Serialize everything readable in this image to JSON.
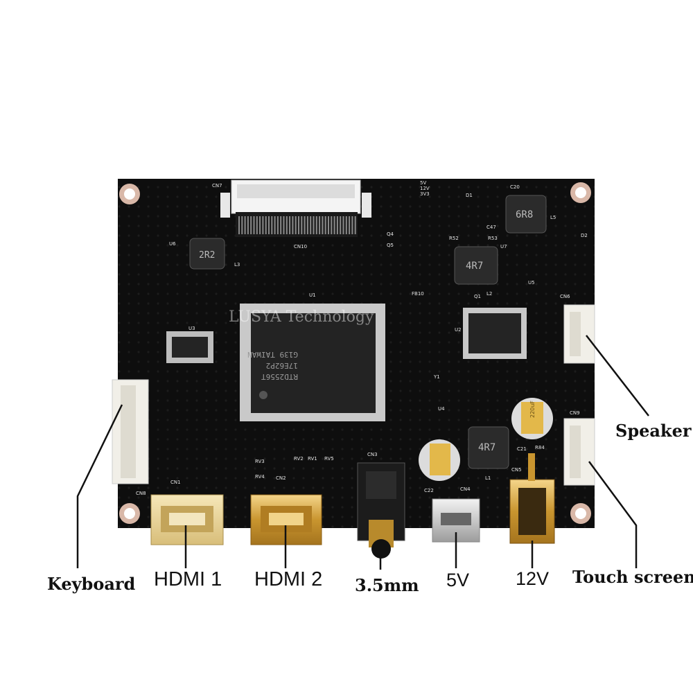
{
  "labels": {
    "keyboard": "Keyboard",
    "hdmi1": "HDMI 1",
    "hdmi2": "HDMI 2",
    "audio": "3.5mm",
    "power5v": "5V",
    "power12v": "12V",
    "speaker": "Speaker",
    "touch": "Touch screen"
  },
  "watermark": "LUSYA Technology",
  "silkscreen": {
    "cn7": "CN7",
    "cn10": "CN10",
    "cn6": "CN6",
    "cn9": "CN9",
    "cn8": "CN8",
    "cn1": "CN1",
    "cn2": "CN2",
    "cn3": "CN3",
    "cn4": "CN4",
    "cn5": "CN5",
    "u1": "U1",
    "u2": "U2",
    "u3": "U3",
    "u4": "U4",
    "u5": "U5",
    "u6": "U6",
    "u7": "U7",
    "l1": "L1",
    "l2": "L2",
    "l3": "L3",
    "l5": "L5",
    "d1": "D1",
    "d2": "D2",
    "y1": "Y1",
    "q1": "Q1",
    "q4": "Q4",
    "q5": "Q5",
    "rv1": "RV1",
    "rv2": "RV2",
    "rv3": "RV3",
    "rv4": "RV4",
    "rv5": "RV5",
    "c20": "C20",
    "c21": "C21",
    "c22": "C22",
    "c47": "C47",
    "r52": "R52",
    "r53": "R53",
    "r84": "R84",
    "fb10": "FB10",
    "v5": "5V",
    "v12": "12V",
    "v3v3": "3V3"
  },
  "components": {
    "main_chip_line1": "RTD2556T",
    "main_chip_line2": "17E62P2",
    "main_chip_line3": "G139 TAIWAN",
    "inductor_l3": "2R2",
    "inductor_l2": "4R7",
    "inductor_l1": "4R7",
    "inductor_l5": "6R8",
    "cap_c21": "220uF"
  }
}
